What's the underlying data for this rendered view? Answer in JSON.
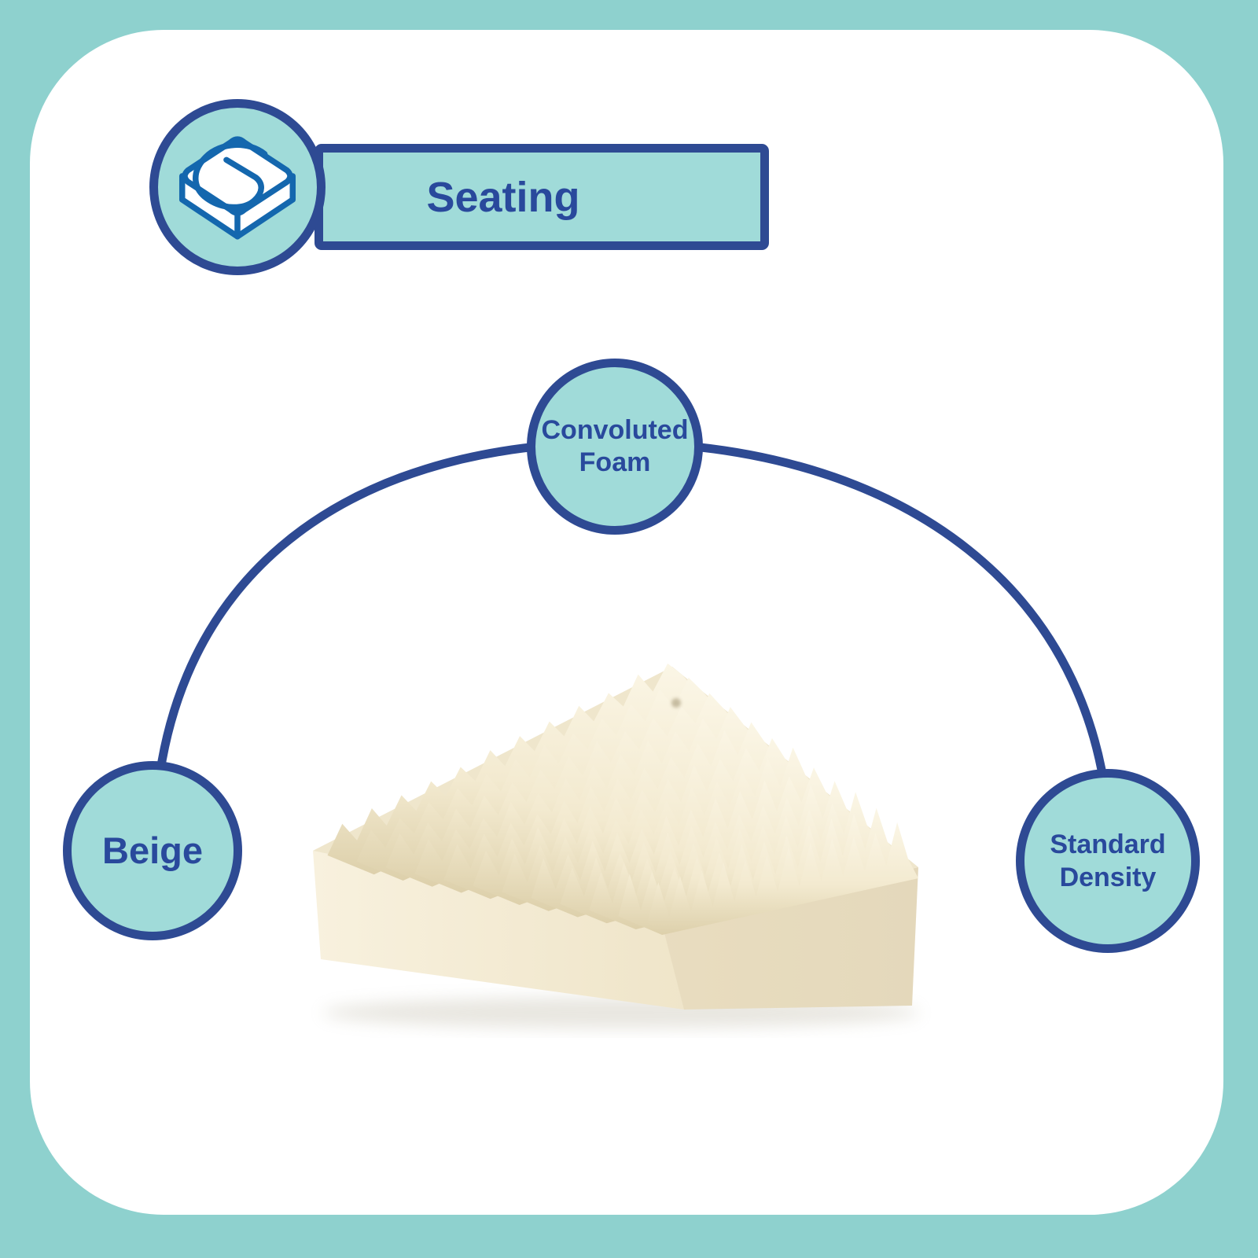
{
  "colors": {
    "background_teal": "#8ed1ce",
    "card_white": "#ffffff",
    "navy_border": "#2e4a93",
    "teal_fill": "#a0dbd9",
    "text_navy": "#29499c",
    "icon_blue": "#1467ae",
    "foam_cream": "#f3ead0"
  },
  "header": {
    "title": "Seating"
  },
  "bubbles": {
    "top": {
      "line1": "Convoluted",
      "line2": "Foam"
    },
    "left": {
      "line1": "Beige"
    },
    "right": {
      "line1": "Standard",
      "line2": "Density"
    }
  },
  "product": {
    "image_alt": "Convoluted foam seating cushion"
  }
}
